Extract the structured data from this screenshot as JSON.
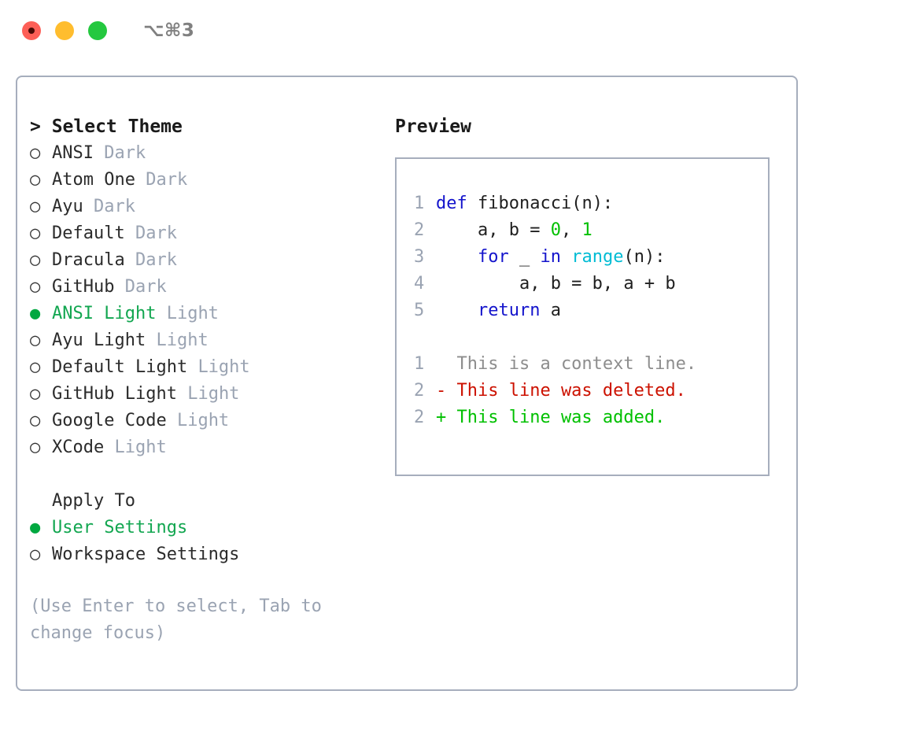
{
  "titlebar": {
    "shortcut": "⌥⌘3",
    "buttons": [
      {
        "name": "close",
        "color": "#fd5f57"
      },
      {
        "name": "minimize",
        "color": "#ffbd2e"
      },
      {
        "name": "maximize",
        "color": "#24c83f"
      }
    ]
  },
  "theme_panel": {
    "header": "> Select Theme",
    "markers": {
      "unselected": "○",
      "selected": "●"
    },
    "options": [
      {
        "marker": "○",
        "name": "ANSI",
        "suffix": "Dark",
        "selected": false
      },
      {
        "marker": "○",
        "name": "Atom One",
        "suffix": "Dark",
        "selected": false
      },
      {
        "marker": "○",
        "name": "Ayu",
        "suffix": "Dark",
        "selected": false
      },
      {
        "marker": "○",
        "name": "Default",
        "suffix": "Dark",
        "selected": false
      },
      {
        "marker": "○",
        "name": "Dracula",
        "suffix": "Dark",
        "selected": false
      },
      {
        "marker": "○",
        "name": "GitHub",
        "suffix": "Dark",
        "selected": false
      },
      {
        "marker": "●",
        "name": "ANSI Light",
        "suffix": "Light",
        "selected": true
      },
      {
        "marker": "○",
        "name": "Ayu Light",
        "suffix": "Light",
        "selected": false
      },
      {
        "marker": "○",
        "name": "Default Light",
        "suffix": "Light",
        "selected": false
      },
      {
        "marker": "○",
        "name": "GitHub Light",
        "suffix": "Light",
        "selected": false
      },
      {
        "marker": "○",
        "name": "Google Code",
        "suffix": "Light",
        "selected": false
      },
      {
        "marker": "○",
        "name": "XCode",
        "suffix": "Light",
        "selected": false
      }
    ]
  },
  "apply_to": {
    "header": "Apply To",
    "options": [
      {
        "marker": "●",
        "name": "User Settings",
        "selected": true
      },
      {
        "marker": "○",
        "name": "Workspace Settings",
        "selected": false
      }
    ]
  },
  "hint": "(Use Enter to select, Tab to change focus)",
  "preview": {
    "title": "Preview",
    "code_lines": [
      {
        "no": "1",
        "tokens": [
          {
            "t": "def",
            "c": "kw"
          },
          {
            "t": " fibonacci(n):",
            "c": "plain"
          }
        ]
      },
      {
        "no": "2",
        "tokens": [
          {
            "t": "    a, b = ",
            "c": "plain"
          },
          {
            "t": "0",
            "c": "num"
          },
          {
            "t": ", ",
            "c": "plain"
          },
          {
            "t": "1",
            "c": "num"
          }
        ]
      },
      {
        "no": "3",
        "tokens": [
          {
            "t": "    ",
            "c": "plain"
          },
          {
            "t": "for",
            "c": "kw"
          },
          {
            "t": " _ ",
            "c": "plain"
          },
          {
            "t": "in",
            "c": "kw"
          },
          {
            "t": " ",
            "c": "plain"
          },
          {
            "t": "range",
            "c": "fn"
          },
          {
            "t": "(n):",
            "c": "plain"
          }
        ]
      },
      {
        "no": "4",
        "tokens": [
          {
            "t": "        a, b = b, a + b",
            "c": "plain"
          }
        ]
      },
      {
        "no": "5",
        "tokens": [
          {
            "t": "    ",
            "c": "plain"
          },
          {
            "t": "return",
            "c": "kw"
          },
          {
            "t": " a",
            "c": "plain"
          }
        ]
      }
    ],
    "diff_lines": [
      {
        "no": "1",
        "text": "  This is a context line.",
        "kind": "ctx"
      },
      {
        "no": "2",
        "text": "- This line was deleted.",
        "kind": "del"
      },
      {
        "no": "2",
        "text": "+ This line was added.",
        "kind": "add"
      }
    ]
  },
  "colors": {
    "accent_green": "#12a650",
    "border": "#a6aebd",
    "muted": "#9aa3b2",
    "keyword": "#1414cc",
    "function": "#00bcd4",
    "number": "#00c000",
    "diff_deleted": "#cc1100",
    "diff_added": "#00c000"
  }
}
